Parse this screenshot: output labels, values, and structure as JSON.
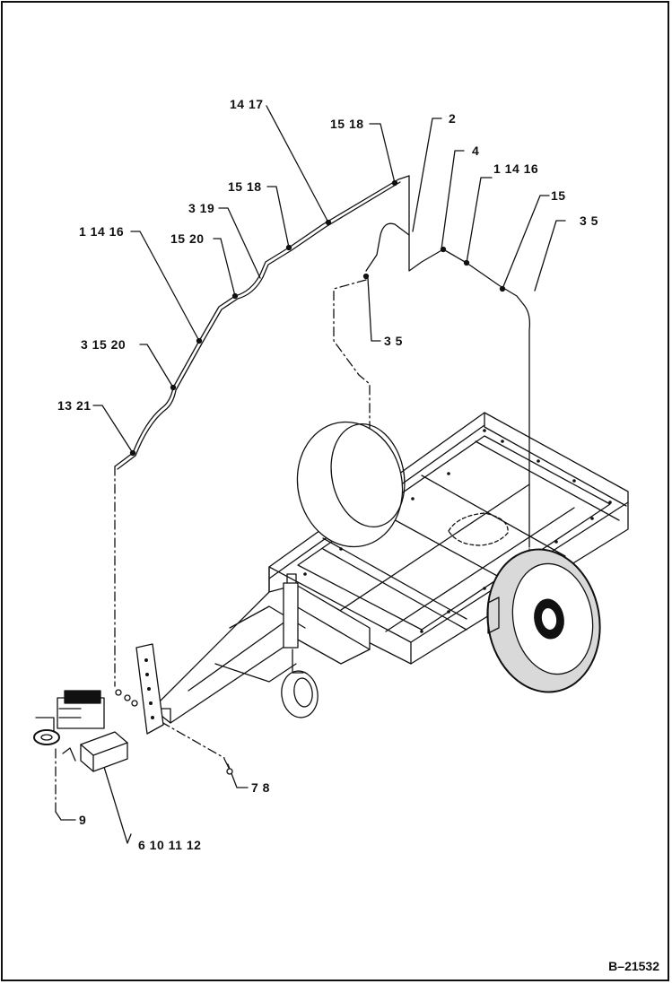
{
  "callouts": {
    "c_14_17": "14 17",
    "c_15_18_top": "15 18",
    "c_2": "2",
    "c_4": "4",
    "c_1_14_16_right": "1 14 16",
    "c_15": "15",
    "c_3_5_right": "3 5",
    "c_15_18_mid": "15 18",
    "c_3_19": "3 19",
    "c_1_14_16_left": "1 14 16",
    "c_15_20": "15 20",
    "c_3_5_center": "3 5",
    "c_3_15_20": "3 15 20",
    "c_13_21": "13 21",
    "c_7_8": "7 8",
    "c_9": "9",
    "c_6_10_11_12": "6 10 11 12"
  },
  "drawing_ref": "B–21532",
  "colors": {
    "line": "#111111",
    "tire": "#d9d9d9",
    "background": "#ffffff"
  }
}
